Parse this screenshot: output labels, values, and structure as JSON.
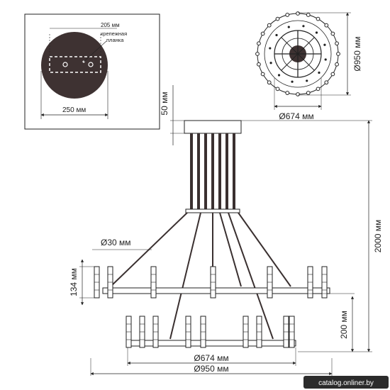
{
  "colors": {
    "line": "#222222",
    "metal": "#3a3030",
    "watermark_bg": "#2b2b2b",
    "inset_bg": "#ffffff"
  },
  "inset": {
    "bracket_width": "205 мм",
    "bracket_note_line1": "крепежная",
    "bracket_note_line2": "планка",
    "canopy_diameter": "250 мм",
    "canopy_height": "50 мм"
  },
  "top_view": {
    "outer_diameter": "Ø950 мм",
    "inner_diameter": "Ø674 мм"
  },
  "side_view": {
    "total_height": "2000 мм",
    "rod_diameter": "Ø30 мм",
    "shade_height": "134 мм",
    "tier_gap": "200 мм",
    "lower_ring": "Ø674 мм",
    "upper_ring": "Ø950 мм"
  },
  "watermark": "catalog.onliner.by"
}
